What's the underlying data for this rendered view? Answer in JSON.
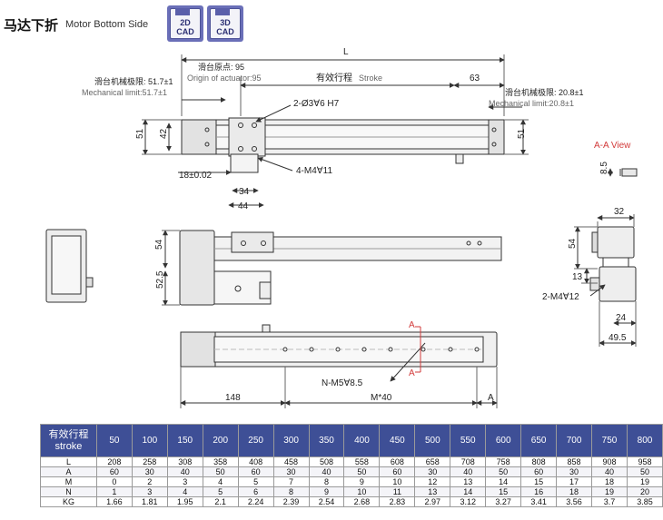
{
  "header": {
    "title_zh": "马达下折",
    "title_en": "Motor Bottom Side",
    "cad2d": [
      "2D",
      "CAD"
    ],
    "cad3d": [
      "3D",
      "CAD"
    ]
  },
  "labels": {
    "L": "L",
    "origin_zh": "滑台原点: 95",
    "origin_en": "Origin of actuator:95",
    "stroke_zh": "有效行程",
    "stroke_en": "Stroke",
    "dim63": "63",
    "mech_left_zh": "滑台机械极限: 51.7±1",
    "mech_left_en": "Mechanical limit:51.7±1",
    "mech_right_zh": "滑台机械极限: 20.8±1",
    "mech_right_en": "Mechanical limit:20.8±1",
    "hole_note": "2-Ø3∀6 H7",
    "dim51_left": "51",
    "dim42": "42",
    "dim51_right": "51",
    "tap_note": "4-M4∀11",
    "dim18": "18±0.02",
    "dim34": "34",
    "dim44": "44",
    "aa_view": "A-A View",
    "dim8_5": "8.5",
    "dim54": "54",
    "dim52_5": "52.5",
    "dim32": "32",
    "dim54_side": "54",
    "dim13": "13",
    "side_tap_note": "2-M4∀12",
    "dim24": "24",
    "dim49_5": "49.5",
    "section_a_top": "A",
    "section_a_bottom": "A",
    "bottom_tap_note": "N-M5∀8.5",
    "dim148": "148",
    "dim_m40": "M*40",
    "dim_a": "A"
  },
  "table": {
    "head_zh": "有效行程",
    "head_en": "stroke",
    "strokes": [
      "50",
      "100",
      "150",
      "200",
      "250",
      "300",
      "350",
      "400",
      "450",
      "500",
      "550",
      "600",
      "650",
      "700",
      "750",
      "800"
    ],
    "rows": [
      {
        "label": "L",
        "values": [
          "208",
          "258",
          "308",
          "358",
          "408",
          "458",
          "508",
          "558",
          "608",
          "658",
          "708",
          "758",
          "808",
          "858",
          "908",
          "958"
        ]
      },
      {
        "label": "A",
        "values": [
          "60",
          "30",
          "40",
          "50",
          "60",
          "30",
          "40",
          "50",
          "60",
          "30",
          "40",
          "50",
          "60",
          "30",
          "40",
          "50"
        ]
      },
      {
        "label": "M",
        "values": [
          "0",
          "2",
          "3",
          "4",
          "5",
          "7",
          "8",
          "9",
          "10",
          "12",
          "13",
          "14",
          "15",
          "17",
          "18",
          "19"
        ]
      },
      {
        "label": "N",
        "values": [
          "1",
          "3",
          "4",
          "5",
          "6",
          "8",
          "9",
          "10",
          "11",
          "13",
          "14",
          "15",
          "16",
          "18",
          "19",
          "20"
        ]
      },
      {
        "label": "KG",
        "values": [
          "1.66",
          "1.81",
          "1.95",
          "2.1",
          "2.24",
          "2.39",
          "2.54",
          "2.68",
          "2.83",
          "2.97",
          "3.12",
          "3.27",
          "3.41",
          "3.56",
          "3.7",
          "3.85"
        ]
      }
    ]
  },
  "colors": {
    "table_header": "#3e4f96",
    "line": "#333333",
    "section_mark": "#d23b3b",
    "body_fill": "#f0f0f0"
  }
}
